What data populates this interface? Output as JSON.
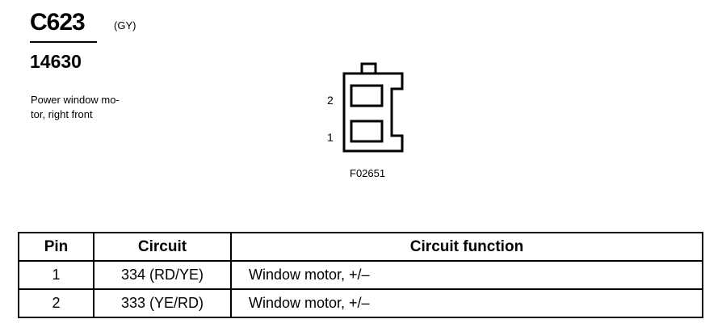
{
  "header": {
    "connector_id": "C623",
    "color_code": "(GY)",
    "part_number": "14630",
    "description_lines": [
      "Power window mo-",
      "tor, right front"
    ]
  },
  "diagram": {
    "pin_labels": [
      "2",
      "1"
    ],
    "figure_code": "F02651"
  },
  "table": {
    "headers": [
      "Pin",
      "Circuit",
      "Circuit function"
    ],
    "rows": [
      {
        "pin": "1",
        "circuit": "334 (RD/YE)",
        "function": "Window motor, +/–"
      },
      {
        "pin": "2",
        "circuit": "333 (YE/RD)",
        "function": "Window motor, +/–"
      }
    ]
  }
}
